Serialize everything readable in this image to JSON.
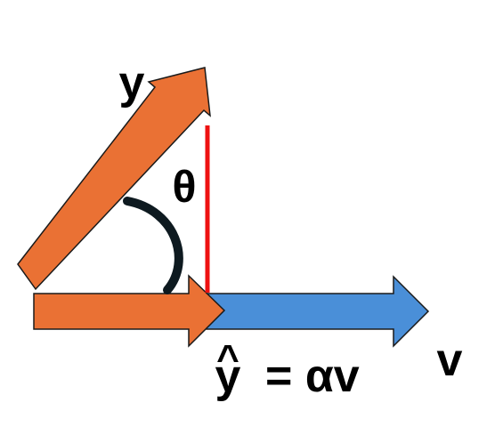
{
  "diagram": {
    "labels": {
      "y": "y",
      "theta": "θ",
      "v": "v",
      "yhat_base": "y",
      "hat": "^",
      "equation_rest": "= αv"
    },
    "colors": {
      "orange": "#EA7134",
      "blue": "#4A8FD8",
      "red": "#EE1111",
      "angle_arc": "#0E1A20",
      "stroke": "#1A1A1A"
    }
  }
}
